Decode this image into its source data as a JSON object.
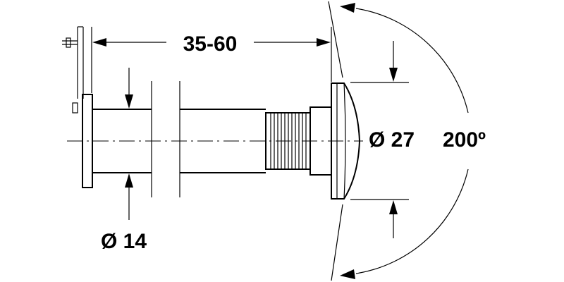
{
  "labels": {
    "length_range": "35-60",
    "tube_diameter": "Ø 14",
    "head_diameter": "Ø 27",
    "view_angle": "200º"
  }
}
